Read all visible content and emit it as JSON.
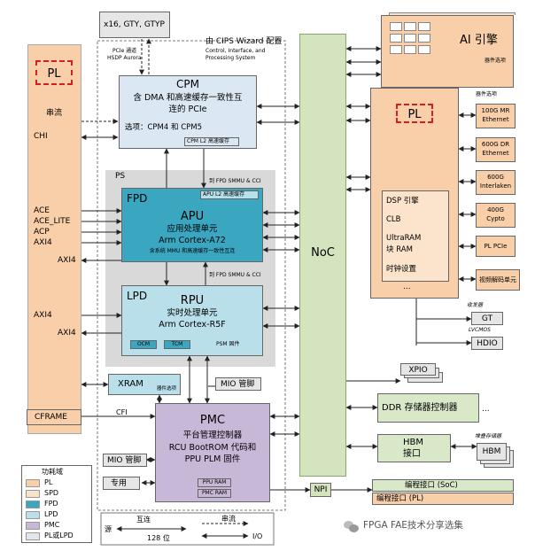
{
  "pl_left": {
    "title": "PL",
    "interfaces": [
      "串流",
      "CHI",
      "ACE",
      "ACE_LITE",
      "ACP",
      "AXI4",
      "AXI4",
      "AXI4",
      "AXI4"
    ]
  },
  "top_note": {
    "transceivers": "x16, GTY, GTYP",
    "pcie_label_line1": "PCIe 通道",
    "pcie_label_line2": "HSDP Aurora",
    "cips_line1": "由 CIPS Wizard 配置",
    "cips_line2": "Control, Interface, and",
    "cips_line3": "Processing System"
  },
  "cpm": {
    "title": "CPM",
    "desc_line1": "含 DMA 和高速缓存一致性互",
    "desc_line2": "连的 PCIe",
    "options": "选项：CPM4 和 CPM5",
    "cache": "CPM L2 高速缓存"
  },
  "ps": {
    "label": "PS",
    "fpd_smmu_1": "到 FPD SMMU & CCI",
    "fpd_smmu_2": "到 FPD SMMU & CCI"
  },
  "fpd": {
    "label": "FPD",
    "cache": "APU L2 高速缓存",
    "title": "APU",
    "line1": "应用处理单元",
    "line2": "Arm Cortex-A72",
    "line3": "含系统 MMU 和高速缓存一致性互连"
  },
  "lpd": {
    "label": "LPD",
    "title": "RPU",
    "line1": "实时处理单元",
    "line2": "Arm Cortex-R5F",
    "ocm": "OCM",
    "tcm": "TCM",
    "psm": "PSM 固件"
  },
  "xram": {
    "title": "XRAM",
    "option": "器件选项"
  },
  "mio_right": "MIO 管脚",
  "cframe": {
    "label": "CFRAME",
    "cfi": "CFI"
  },
  "pmc": {
    "title": "PMC",
    "line1": "平台管理控制器",
    "line2": "RCU BootROM 代码和",
    "line3": "PPU PLM 固件",
    "ppu": "PPU RAM",
    "pmc_ram": "PMC RAM"
  },
  "mio_left": "MIO 管脚",
  "dedicated": "专用",
  "noc": "NoC",
  "npi": "NPI",
  "ai": {
    "title": "AI 引擎",
    "option": "器件选项"
  },
  "pl_right": {
    "title": "PL",
    "items": [
      "DSP 引擎",
      "CLB",
      "UltraRAM",
      "块 RAM",
      "时钟设置"
    ],
    "dots": "..."
  },
  "options_label": "器件选项",
  "ip_blocks": [
    {
      "line1": "100G MR",
      "line2": "Ethernet"
    },
    {
      "line1": "600G DR",
      "line2": "Ethernet"
    },
    {
      "line1": "600G",
      "line2": "Interlaken"
    },
    {
      "line1": "400G",
      "line2": "Cypto"
    },
    {
      "line1": "PL PCIe",
      "line2": ""
    },
    {
      "line1": "视频解码单元",
      "line2": ""
    }
  ],
  "transceiver_label": "收发器",
  "gt": "GT",
  "lvcmos": "LVCMOS",
  "hdio": "HDIO",
  "xpio": "XPIO",
  "ddr": "DDR 存储器控制器",
  "hbm": {
    "line1": "HBM",
    "line2": "接口",
    "stack_label": "堆叠存储器",
    "stack": "HBM"
  },
  "prog_interface": {
    "soc": "编程接口 (SoC)",
    "pl": "编程接口 (PL)"
  },
  "legend": {
    "title": "功耗域",
    "items": [
      {
        "label": "PL",
        "color": "#f8cfa8"
      },
      {
        "label": "SPD",
        "color": "#f7e5cb"
      },
      {
        "label": "FPD",
        "color": "#3aa6c0"
      },
      {
        "label": "LPD",
        "color": "#b9dfea"
      },
      {
        "label": "PMC",
        "color": "#c8b8d8"
      },
      {
        "label": "PL或LPD",
        "color": "#e3e6ea"
      }
    ]
  },
  "key": {
    "interconnect": "互连",
    "source": "源",
    "width": "128 位",
    "stream": "串流",
    "io": "I/O"
  },
  "watermark": "FPGA FAE技术分享选集",
  "colors": {
    "pl": "#f8cfa8",
    "pl_inner": "#fbe3cc",
    "noc": "#d4e4bf",
    "noc_border": "#8aa86a",
    "cpm": "#dbe8f4",
    "fpd": "#3aa6c0",
    "lpd": "#b9dfea",
    "pmc": "#c8b8d8",
    "green": "#d8e8c8",
    "ps": "#d9d9d9",
    "gray": "#e6e6e6",
    "red_dash": "#d21e1e"
  }
}
